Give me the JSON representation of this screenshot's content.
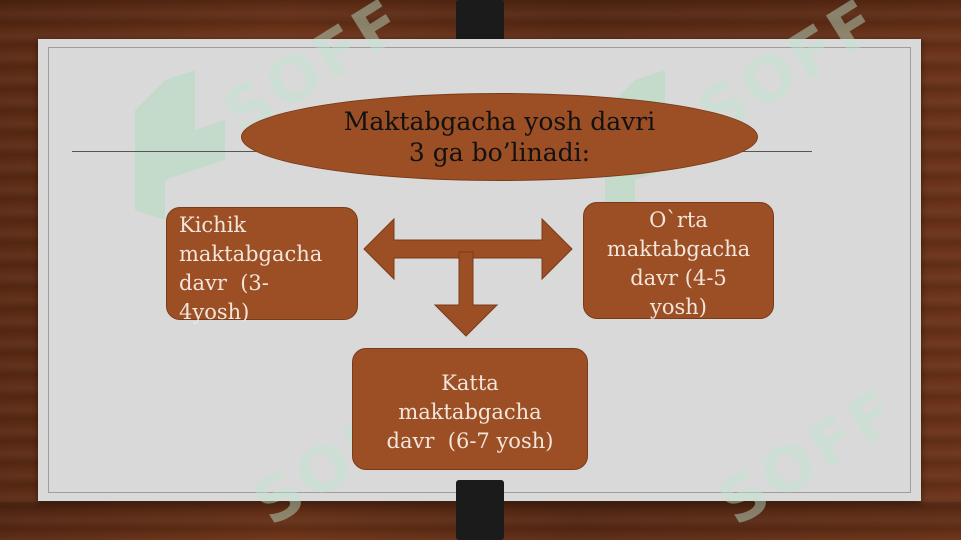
{
  "title": {
    "line1": "Maktabgacha yosh davri",
    "line2": "3 ga bo’linadi:"
  },
  "boxes": {
    "left": {
      "lines": [
        "Kichik",
        "maktabgacha",
        "davr  (3-",
        "4yosh)"
      ]
    },
    "right": {
      "lines": [
        "O`rta",
        "maktabgacha",
        "davr (4-5",
        "yosh)"
      ]
    },
    "bottom": {
      "lines": [
        "Katta",
        "maktabgacha",
        "davr  (6-7 yosh)"
      ]
    }
  },
  "watermark": {
    "text": "SOFF"
  },
  "colors": {
    "accent": "#9c4f24",
    "paper": "#d9d9d9",
    "wood": "#5a2a14",
    "box_text": "#f2e6dc"
  }
}
